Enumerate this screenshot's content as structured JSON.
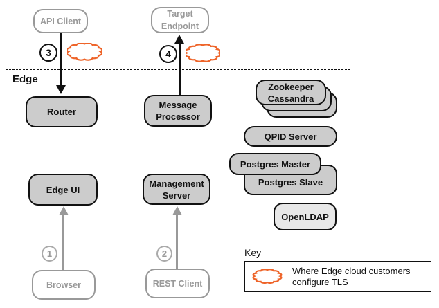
{
  "edge": {
    "label": "Edge"
  },
  "nodes": {
    "api_client": "API Client",
    "target_endpoint": "Target Endpoint",
    "router": "Router",
    "message_processor": "Message Processor",
    "zookeeper": "Zookeeper",
    "cassandra": "Cassandra",
    "qpid_server": "QPID Server",
    "postgres_master": "Postgres Master",
    "postgres_slave": "Postgres Slave",
    "openldap": "OpenLDAP",
    "edge_ui": "Edge UI",
    "management_server": "Management Server",
    "browser": "Browser",
    "rest_client": "REST Client"
  },
  "markers": {
    "m1": "1",
    "m2": "2",
    "m3": "3",
    "m4": "4"
  },
  "key": {
    "title": "Key",
    "cloud_label": "Where Edge cloud customers configure TLS"
  },
  "colors": {
    "tls_cloud_orange": "#EE6328",
    "node_fill": "#cccccc",
    "openldap_fill": "#e8e8e8",
    "external_gray": "#999999"
  }
}
